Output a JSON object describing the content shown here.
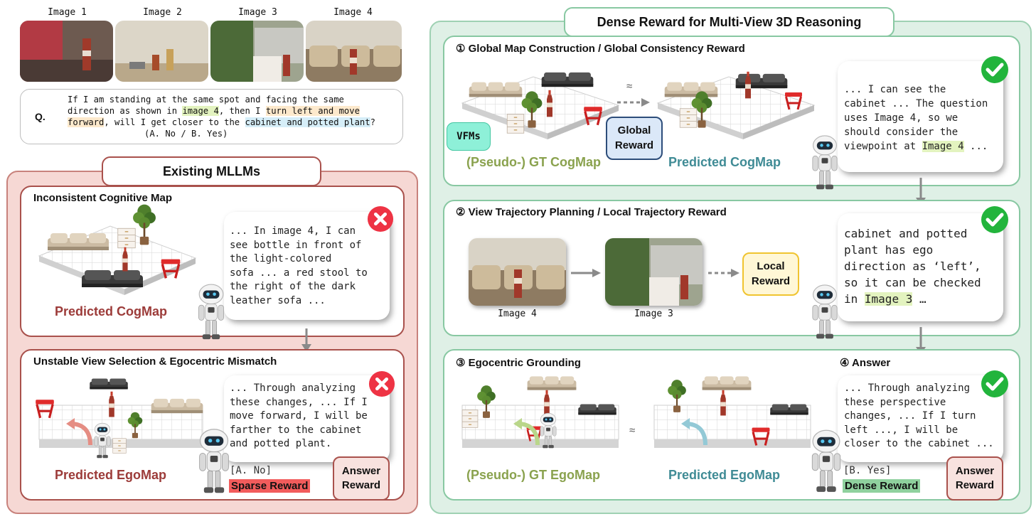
{
  "images": {
    "labels": [
      "Image 1",
      "Image 2",
      "Image 3",
      "Image 4"
    ]
  },
  "question": {
    "q_label": "Q.",
    "t1": "If I am standing at the same spot and facing the same",
    "t2": "direction as shown in ",
    "hl_image": "image 4",
    "t3": ", then I ",
    "hl_action_a": "turn left and move",
    "hl_action_b": "forward",
    "t4": ", will I get closer to the ",
    "hl_object": "cabinet and potted plant",
    "t5": "?",
    "options": "(A. No / B. Yes)"
  },
  "left": {
    "title": "Existing MLLMs",
    "card1": {
      "title": "Inconsistent Cognitive Map",
      "caption": "Predicted CogMap",
      "bubble": [
        "... In image 4, I can",
        "see bottle in front of",
        "the light-colored",
        "sofa ... a red stool to",
        "the right of the dark",
        "leather sofa ..."
      ]
    },
    "card2": {
      "title": "Unstable View Selection & Egocentric Mismatch",
      "caption": "Predicted EgoMap",
      "bubble": [
        "... Through analyzing",
        "these changes, ... If I",
        "move forward, I will be",
        "farther to the cabinet",
        "and potted plant."
      ],
      "answer": "[A. No]",
      "reward_tag": "Sparse Reward",
      "reward_box_1": "Answer",
      "reward_box_2": "Reward"
    }
  },
  "right": {
    "title": "Dense Reward for Multi-View 3D Reasoning",
    "s1": {
      "title": "① Global Map Construction / Global Consistency Reward",
      "vfms": "VFMs",
      "approx": "≈",
      "reward_box_1": "Global",
      "reward_box_2": "Reward",
      "caption_gt": "(Pseudo-) GT CogMap",
      "caption_pred": "Predicted CogMap",
      "bubble": [
        "... I can see the",
        "cabinet ... The question",
        "uses Image 4, so we",
        "should consider the"
      ],
      "bubble_last_pre": "viewpoint at ",
      "bubble_last_hl": "Image 4",
      "bubble_last_post": " ..."
    },
    "s2": {
      "title": "② View Trajectory Planning  / Local Trajectory Reward",
      "img_a": "Image 4",
      "img_b": "Image 3",
      "reward_box_1": "Local",
      "reward_box_2": "Reward",
      "bubble": [
        "cabinet and potted",
        "plant has ego",
        "direction as ‘left’,",
        "so it can be checked"
      ],
      "bubble_last_pre": "in ",
      "bubble_last_hl": "Image 3",
      "bubble_last_post": " …"
    },
    "s3": {
      "title": "③ Egocentric Grounding",
      "title_b": "④ Answer",
      "approx": "≈",
      "caption_gt": "(Pseudo-) GT EgoMap",
      "caption_pred": "Predicted EgoMap",
      "bubble": [
        "... Through analyzing",
        "these perspective",
        "changes, ... If I turn",
        "left ..., I will be",
        "closer to the cabinet ..."
      ],
      "answer": "[B. Yes]",
      "reward_tag": "Dense Reward",
      "reward_box_1": "Answer",
      "reward_box_2": "Reward"
    }
  },
  "colors": {
    "red_panel": "#f6d8d4",
    "green_panel": "#dff0e6",
    "sparse": "#f25c5c",
    "dense": "#8fd19e",
    "check": "#22b43c",
    "cross": "#ee3344"
  }
}
